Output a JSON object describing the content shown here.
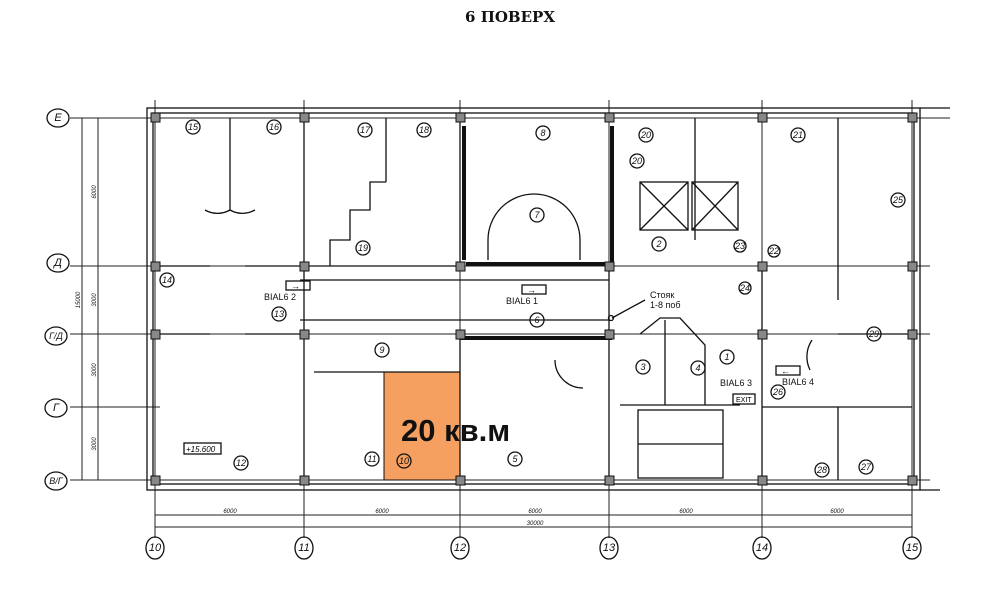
{
  "title": "6 ПОВЕРХ",
  "highlight": {
    "label": "20 кв.м",
    "color": "#f5a060",
    "room": "10"
  },
  "axes": {
    "rows": [
      "Е",
      "Д",
      "Г/Д",
      "Г",
      "В/Г"
    ],
    "columns": [
      "10",
      "11",
      "12",
      "13",
      "14",
      "15"
    ]
  },
  "dimensions": {
    "bottom_spans": [
      "6000",
      "6000",
      "6000",
      "6000",
      "6000"
    ],
    "bottom_total": "30000",
    "left_spans": [
      "6000",
      "3000",
      "3000",
      "3000"
    ],
    "left_total": "15000"
  },
  "rooms": [
    "15",
    "16",
    "17",
    "18",
    "8",
    "20",
    "20",
    "21",
    "25",
    "7",
    "19",
    "2",
    "23",
    "22",
    "24",
    "14",
    "13",
    "6",
    "29",
    "9",
    "3",
    "4",
    "1",
    "26",
    "12",
    "11",
    "10",
    "5",
    "28",
    "27"
  ],
  "labels": {
    "bial62": "BIAL6 2",
    "bial61": "BIAL6 1",
    "bial63": "BIAL6 3",
    "bial64": "BIAL6 4",
    "riser_1": "Стояк",
    "riser_2": "1-8 поб",
    "exit": "EXIT",
    "elevation": "+15.600"
  }
}
